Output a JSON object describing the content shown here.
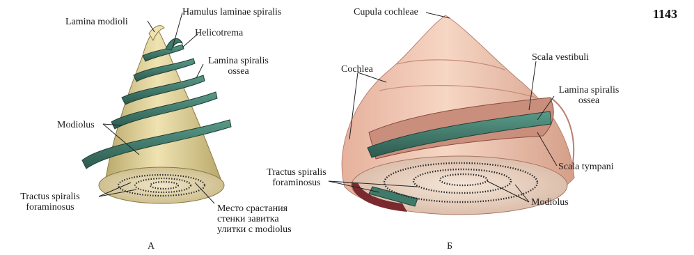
{
  "page_number": "1143",
  "figure_a": {
    "caption": "А",
    "labels": {
      "hamulus": "Hamulus laminae spiralis",
      "lamina_modioli": "Lamina modioli",
      "helicotrema": "Helicotrema",
      "lamina_ossea_1": "Lamina spiralis",
      "lamina_ossea_2": "ossea",
      "modiolus": "Modiolus",
      "tractus_1": "Tractus spiralis",
      "tractus_2": "foraminosus",
      "mesto_1": "Место срастания",
      "mesto_2": "стенки завитка",
      "mesto_3": "улитки с modiolus"
    }
  },
  "figure_b": {
    "caption": "Б",
    "labels": {
      "cupula": "Cupula cochleae",
      "cochlea": "Cochlea",
      "scala_vestibuli": "Scala vestibuli",
      "lamina_ossea_1": "Lamina spiralis",
      "lamina_ossea_2": "ossea",
      "scala_tympani": "Scala tympani",
      "tractus_1": "Tractus spiralis",
      "tractus_2": "foraminosus",
      "modiolus": "Modiolus"
    }
  },
  "colors": {
    "bone_cream": "#e7d9a3",
    "bone_shadow": "#b9a86a",
    "lamina_green": "#3f7a6a",
    "shell_pink": "#efc3ad",
    "shell_shadow": "#cf9a86",
    "cavity_red": "#7a2a2e",
    "leader_line": "#222222"
  }
}
